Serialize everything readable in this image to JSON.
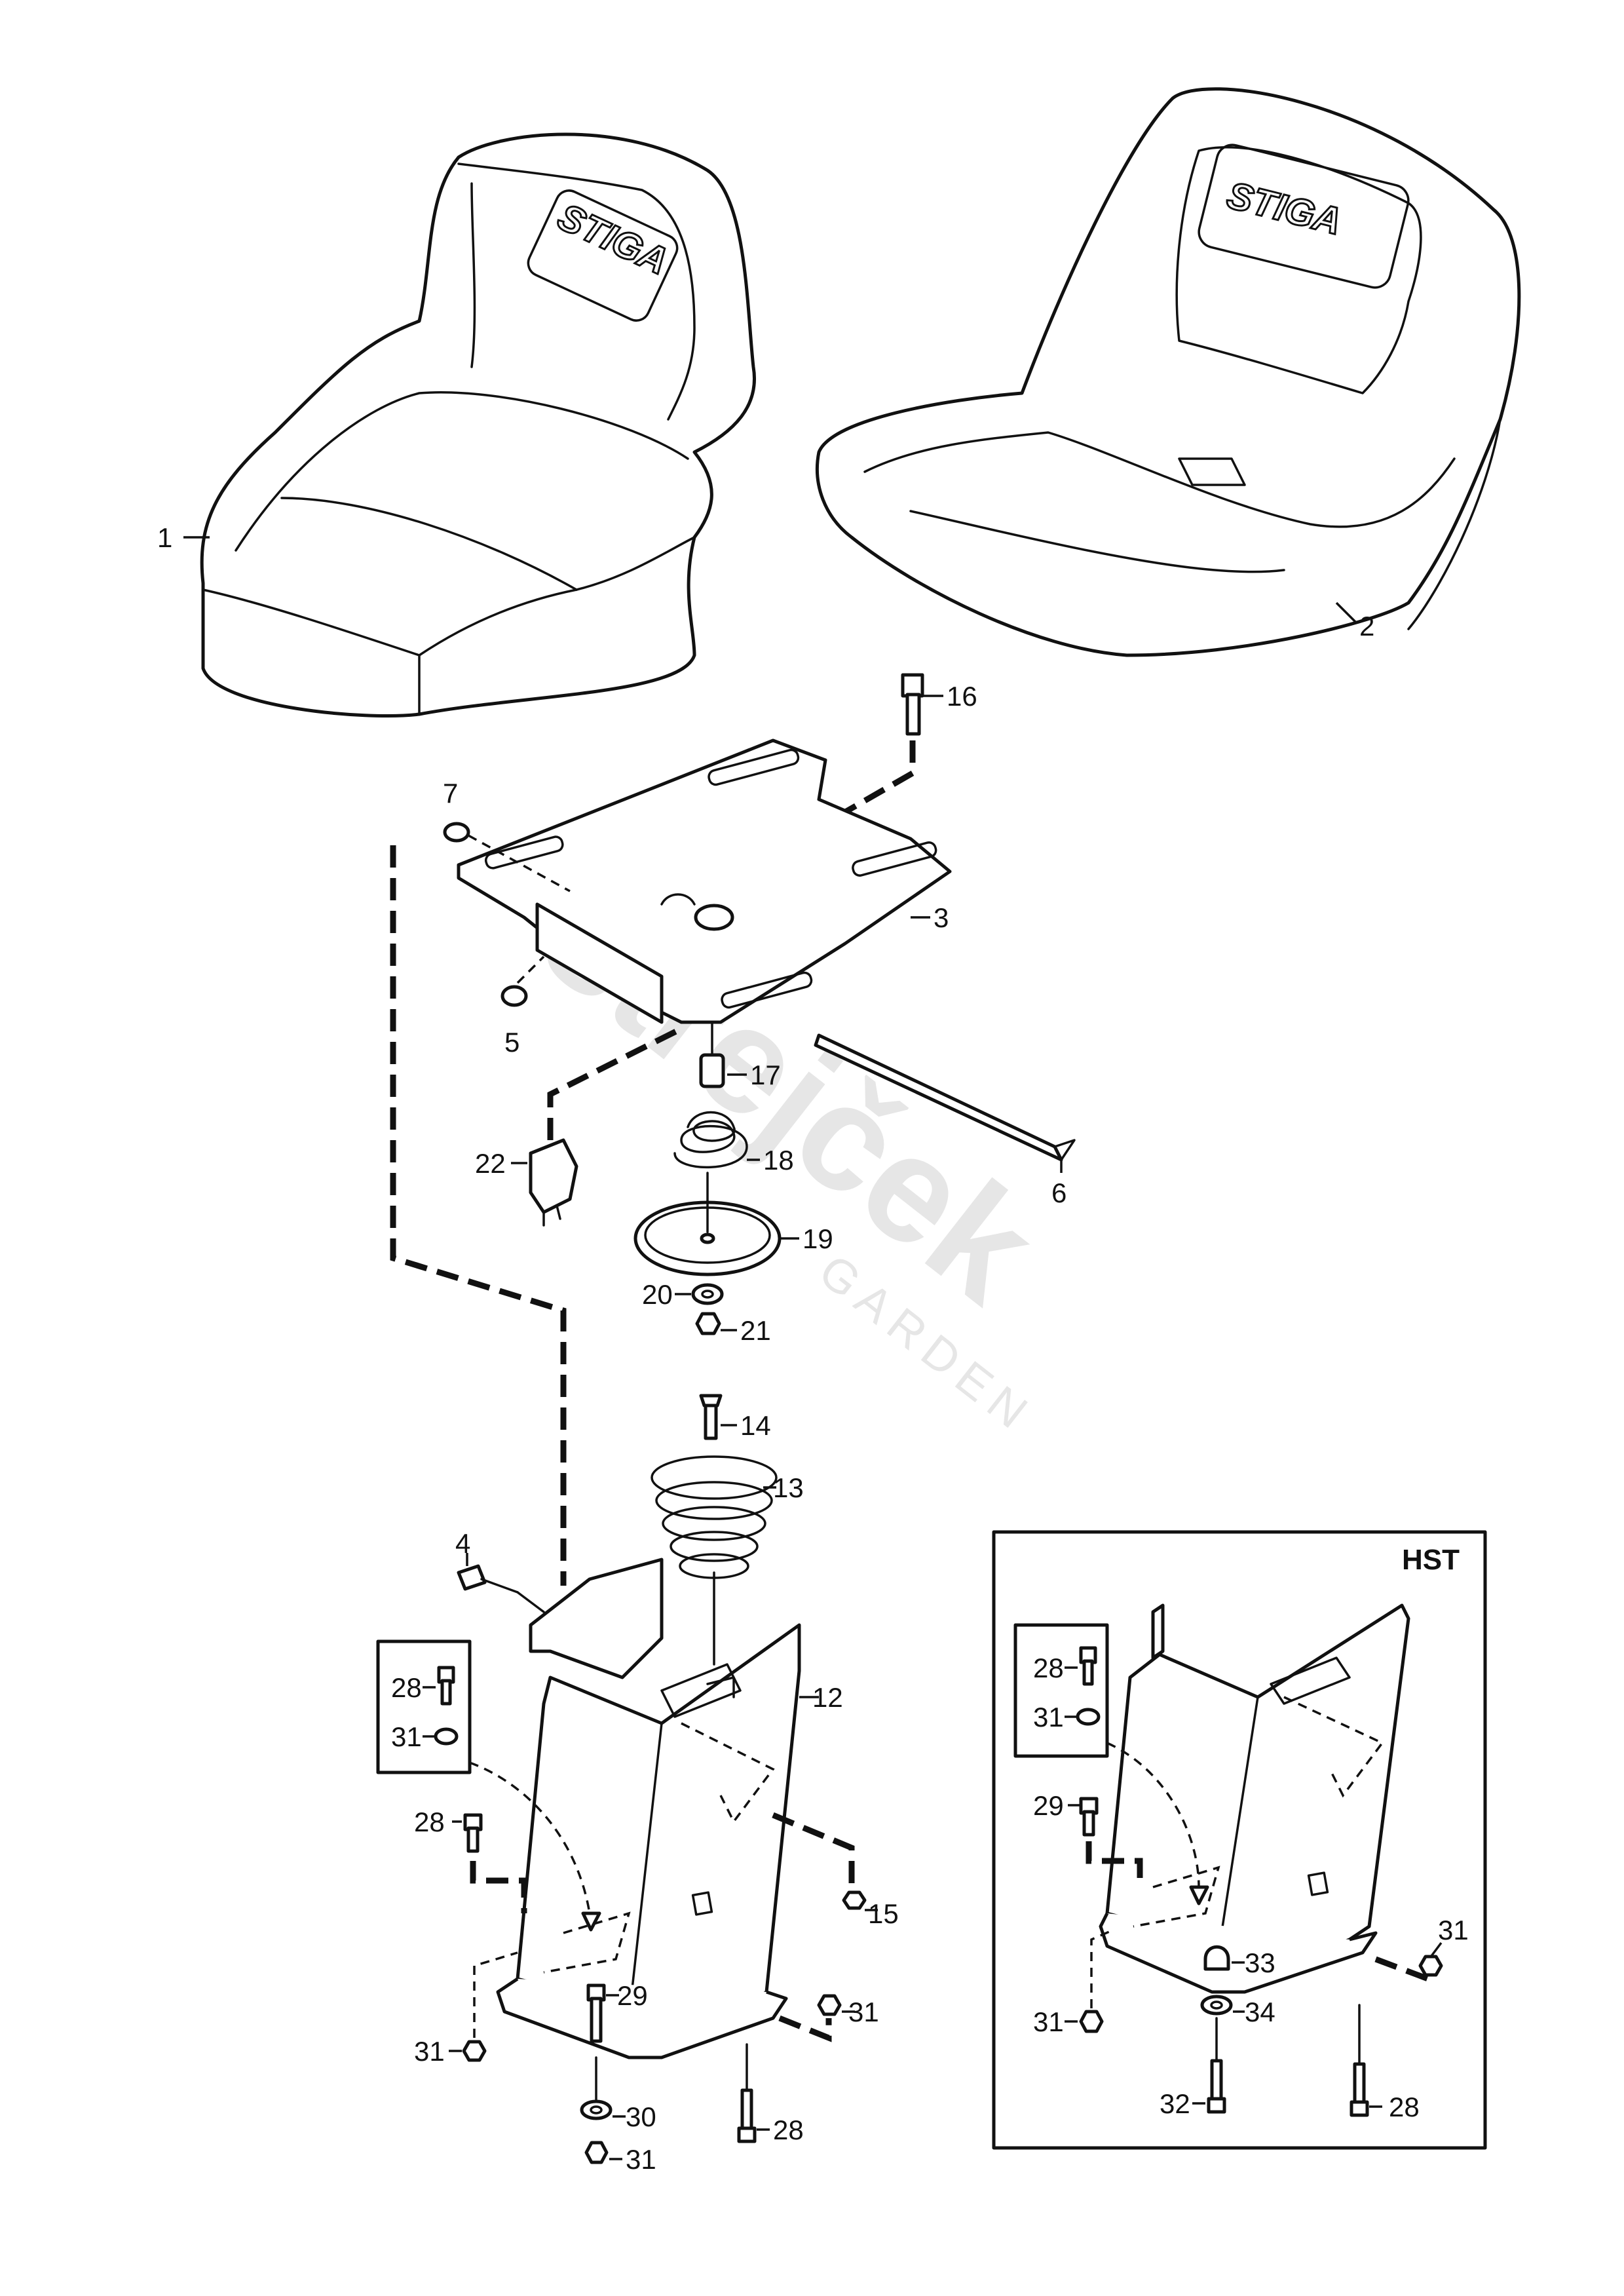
{
  "brand_logo": "STIGA",
  "watermark": {
    "main": "strejček",
    "sub": "GARDEN"
  },
  "inset_panel": {
    "title": "HST"
  },
  "callouts": {
    "c1": "1",
    "c2": "2",
    "c3": "3",
    "c4": "4",
    "c5": "5",
    "c6": "6",
    "c7": "7",
    "c12": "12",
    "c13": "13",
    "c14": "14",
    "c15": "15",
    "c16": "16",
    "c17": "17",
    "c18": "18",
    "c19": "19",
    "c20": "20",
    "c21": "21",
    "c22": "22",
    "c28a": "28",
    "c31a": "31",
    "c28b": "28",
    "c29a": "29",
    "c31b": "31",
    "c31c": "31",
    "c30": "30",
    "c31d": "31",
    "c28c": "28",
    "h28": "28",
    "h31a": "31",
    "h29": "29",
    "h31b": "31",
    "h33": "33",
    "h34": "34",
    "h31c": "31",
    "h32": "32",
    "h28b": "28"
  }
}
